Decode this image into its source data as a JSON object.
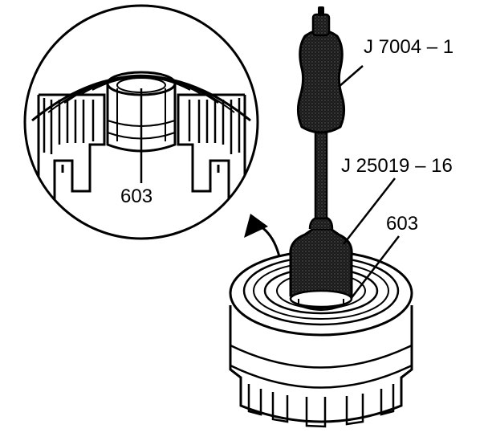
{
  "diagram": {
    "labels": {
      "tool_slide_hammer": "J 7004 – 1",
      "tool_adapter": "J 25019 – 16",
      "part_main": "603",
      "part_detail": "603"
    },
    "colors": {
      "ink": "#000000",
      "paper": "#ffffff",
      "grip": "#2a2a2a"
    }
  }
}
